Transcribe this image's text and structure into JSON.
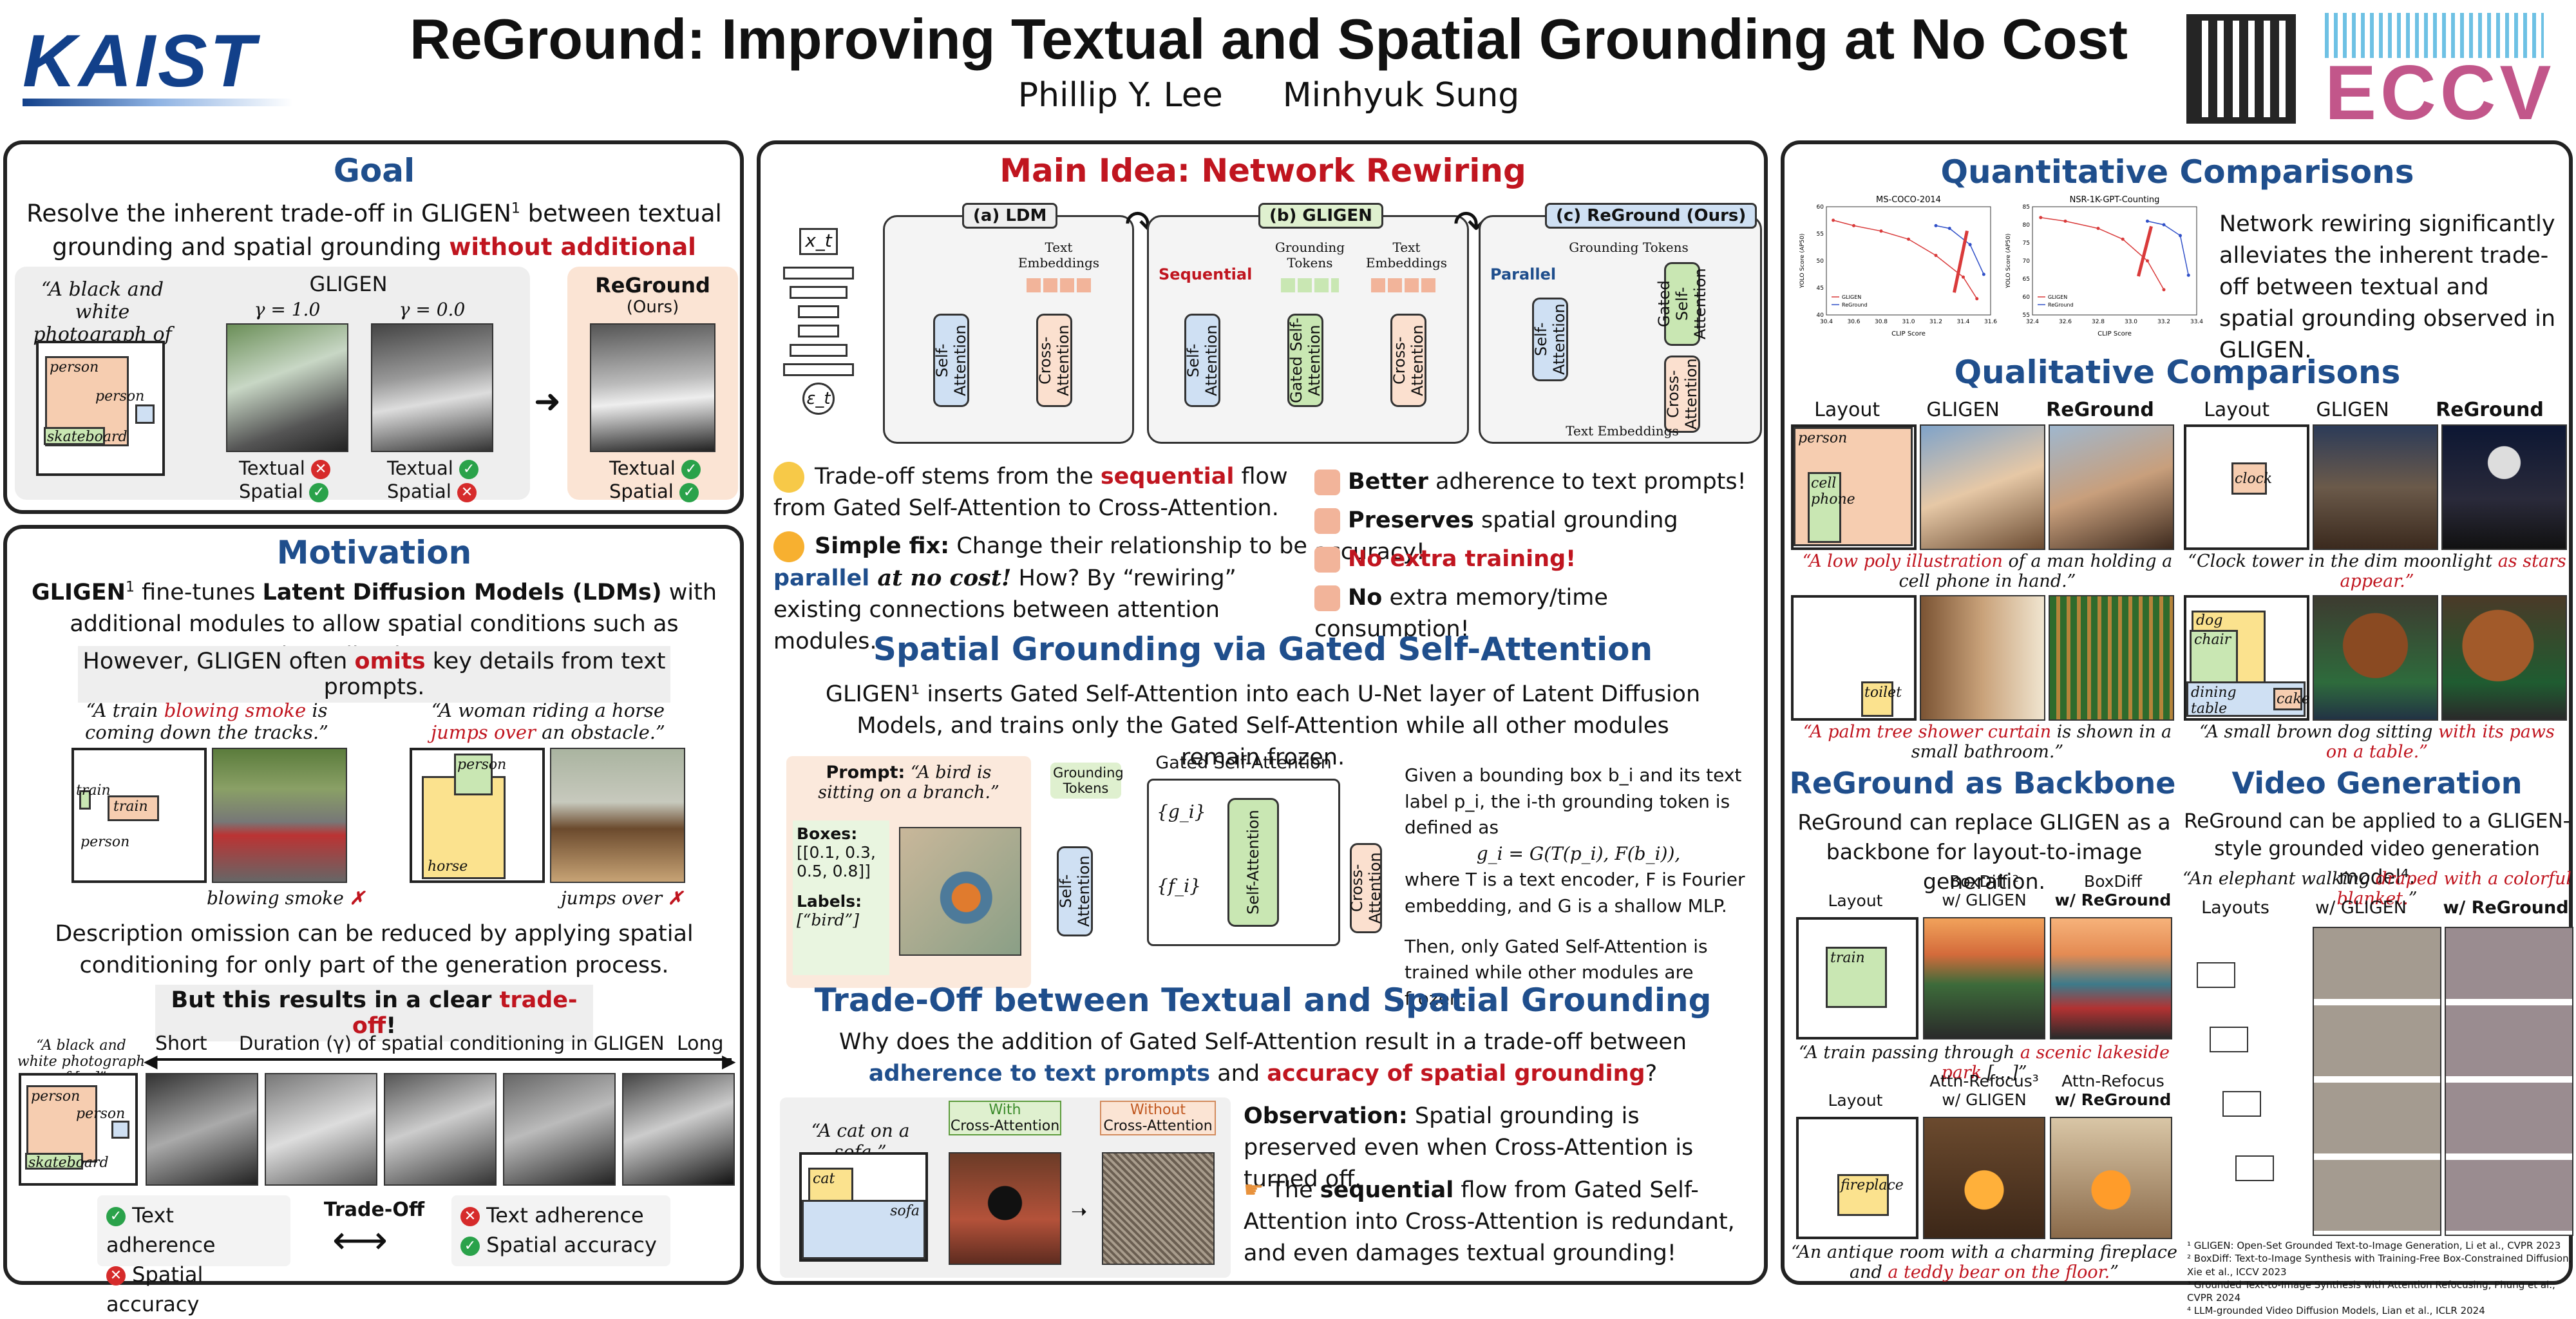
{
  "header": {
    "logo": "KAIST",
    "title": "ReGround: Improving Textual and Spatial Grounding at No Cost",
    "authors": [
      "Phillip Y. Lee",
      "Minhyuk Sung"
    ],
    "venue_logo": "ECCV"
  },
  "goal": {
    "heading": "Goal",
    "text_a": "Resolve the inherent trade-off in GLIGEN",
    "text_sup": "1",
    "text_b": " between textual grounding and spatial grounding ",
    "text_red": "without additional training!",
    "prompt": "“A black and white photograph of […]”",
    "gligen_label": "GLIGEN",
    "gamma1": "γ = 1.0",
    "gamma0": "γ = 0.0",
    "reground_label": "ReGround",
    "ours": "(Ours)",
    "box_person": "person",
    "box_person2": "person",
    "box_skateboard": "skateboard",
    "textual": "Textual",
    "spatial": "Spatial"
  },
  "motivation": {
    "heading": "Motivation",
    "p1a": "GLIGEN",
    "p1sup": "1",
    "p1b": " fine-tunes ",
    "p1c": "Latent Diffusion Models (LDMs)",
    "p1d": " with additional modules to allow spatial conditions such as bounding boxes.",
    "p2a": "However, GLIGEN often ",
    "p2b": "omits",
    "p2c": " key details from text prompts.",
    "ex1_prompt_a": "“A train ",
    "ex1_prompt_b": "blowing smoke",
    "ex1_prompt_c": " is coming down the tracks.”",
    "ex2_prompt_a": "“A woman riding a horse ",
    "ex2_prompt_b": "jumps over",
    "ex2_prompt_c": " an obstacle.”",
    "ex1_miss": "blowing smoke",
    "ex2_miss": "jumps over",
    "box_train": "train",
    "box_train2": "train",
    "box_person": "person",
    "box_person2": "person",
    "box_horse": "horse",
    "p3": "Description omission can be reduced by applying spatial conditioning for only part of the generation process.",
    "p4a": "But this results in a clear ",
    "p4b": "trade-off",
    "p4c": "!",
    "short": "Short",
    "long": "Long",
    "duration": "Duration (γ) of spatial conditioning in GLIGEN",
    "prompt": "“A black and white photograph of […]”",
    "box_person3": "person",
    "box_person4": "person",
    "box_skate": "skateboard",
    "text_adh": "Text adherence",
    "spat_acc": "Spatial accuracy",
    "tradeoff": "Trade-Off"
  },
  "main_idea": {
    "heading": "Main Idea: Network Rewiring",
    "xt": "x_t",
    "eps": "ε_t",
    "ldm": "(a) LDM",
    "gligen": "(b) GLIGEN",
    "reground": "(c) ReGround (Ours)",
    "text_emb": "Text Embeddings",
    "grounding_tokens": "Grounding Tokens",
    "sequential": "Sequential",
    "parallel": "Parallel",
    "self_att": "Self-Attention",
    "cross_att": "Cross-Attention",
    "gated_self": "Gated Self-Attention",
    "b1a": "Trade-off stems from the ",
    "b1b": "sequential",
    "b1c": " flow from Gated Self-Attention to Cross-Attention.",
    "b2a": "Simple fix:",
    "b2b": " Change their relationship to be ",
    "b2c": "parallel",
    "b2d": " at no cost!",
    "b2e": " How? By “rewiring” existing connections between attention modules.",
    "r1a": "Better",
    "r1b": " adherence to text prompts!",
    "r2a": "Preserves",
    "r2b": " spatial grounding accuracy!",
    "r3": "No extra training!",
    "r4a": "No",
    "r4b": " extra memory/time consumption!"
  },
  "spatial": {
    "heading": "Spatial Grounding via Gated Self-Attention",
    "p1": "GLIGEN¹ inserts Gated Self-Attention into each U-Net layer of Latent Diffusion Models, and trains only the Gated Self-Attention while all other modules remain frozen.",
    "prompt_label": "Prompt:",
    "prompt": "“A bird is sitting on a branch.”",
    "boxes_label": "Boxes:",
    "boxes": "[[0.1, 0.3, 0.5, 0.8]]",
    "labels_label": "Labels:",
    "labels": "[“bird”]",
    "grounding_tokens": "Grounding Tokens",
    "gsa": "Gated Self-Attention",
    "gi": "{g_i}",
    "fi": "{f_i}",
    "desc1": "Given a bounding box b_i and its text label p_i, the i-th grounding token is defined as",
    "formula": "g_i = G(T(p_i), F(b_i)),",
    "desc2": "where T is a text encoder, F is Fourier embedding, and G is a shallow MLP.",
    "desc3": "Then, only Gated Self-Attention is trained while other modules are frozen."
  },
  "tradeoff": {
    "heading": "Trade-Off between Textual and Spatial Grounding",
    "q1": "Why does the addition of Gated Self-Attention result in a trade-off between",
    "q2a": "adherence to text prompts",
    "q2b": " and ",
    "q2c": "accuracy of spatial grounding",
    "q2d": "?",
    "prompt": "“A cat on a sofa.”",
    "with": "With",
    "without": "Without",
    "ca": "Cross-Attention",
    "box_cat": "cat",
    "box_sofa": "sofa",
    "obs_a": "Observation:",
    "obs_b": " Spatial grounding is preserved even when Cross-Attention is turned off.",
    "seq_a": "The ",
    "seq_b": "sequential",
    "seq_c": " flow from Gated Self-Attention into Cross-Attention is redundant, and even damages textual grounding!"
  },
  "quant": {
    "heading": "Quantitative Comparisons",
    "text": "Network rewiring significantly alleviates the inherent trade-off between textual and spatial grounding observed in GLIGEN."
  },
  "chart_data": [
    {
      "type": "line",
      "title": "MS-COCO-2014",
      "xlabel": "CLIP Score",
      "ylabel": "YOLO Score (AP50)",
      "xlim": [
        30.4,
        31.6
      ],
      "ylim": [
        40,
        60
      ],
      "x_ticks": [
        "30.4",
        "30.6",
        "30.8",
        "31.0",
        "31.2",
        "31.4",
        "31.6"
      ],
      "y_ticks": [
        "40",
        "45",
        "50",
        "55",
        "60"
      ],
      "series": [
        {
          "name": "GLIGEN",
          "color": "#d93a3a",
          "x": [
            30.45,
            30.6,
            30.8,
            31.0,
            31.2,
            31.4,
            31.5
          ],
          "y": [
            57.5,
            56.5,
            55.5,
            54.0,
            51.0,
            47.0,
            43.0
          ]
        },
        {
          "name": "ReGround",
          "color": "#3050c8",
          "x": [
            31.2,
            31.3,
            31.45,
            31.55
          ],
          "y": [
            56.5,
            56.0,
            53.0,
            47.5
          ]
        }
      ]
    },
    {
      "type": "line",
      "title": "NSR-1K-GPT-Counting",
      "xlabel": "CLIP Score",
      "ylabel": "YOLO Score (AP50)",
      "xlim": [
        32.4,
        33.4
      ],
      "ylim": [
        55,
        85
      ],
      "x_ticks": [
        "32.4",
        "32.6",
        "32.8",
        "33.0",
        "33.2",
        "33.4"
      ],
      "y_ticks": [
        "55",
        "60",
        "65",
        "70",
        "75",
        "80",
        "85"
      ],
      "series": [
        {
          "name": "GLIGEN",
          "color": "#d93a3a",
          "x": [
            32.45,
            32.6,
            32.8,
            32.95,
            33.1,
            33.2
          ],
          "y": [
            82,
            81,
            79,
            76,
            70,
            62
          ]
        },
        {
          "name": "ReGround",
          "color": "#3050c8",
          "x": [
            33.1,
            33.2,
            33.3,
            33.35
          ],
          "y": [
            81,
            80,
            77,
            66
          ]
        }
      ]
    }
  ],
  "qual": {
    "heading": "Qualitative Comparisons",
    "layout": "Layout",
    "gligen": "GLIGEN",
    "reground": "ReGround",
    "box_person": "person",
    "box_phone": "cell phone",
    "box_clock": "clock",
    "box_toilet": "toilet",
    "box_dog": "dog",
    "box_chair": "chair",
    "box_dining": "dining table",
    "box_cake": "cake",
    "c1a": "“A low poly illustration",
    "c1b": " of a man holding a cell phone in hand.”",
    "c2a": "“Clock tower in the dim moonlight ",
    "c2b": "as stars appear.”",
    "c3a": "“A palm tree shower curtain",
    "c3b": " is shown in a small bathroom.”",
    "c4a": "“A small brown dog sitting ",
    "c4b": "with its paws on a table.”"
  },
  "backbone": {
    "heading": "ReGround as Backbone",
    "text": "ReGround can replace GLIGEN as a backbone for layout-to-image generation.",
    "layout": "Layout",
    "boxdiff": "BoxDiff ²",
    "w_gligen": "w/ GLIGEN",
    "w_reground": "w/ ReGround",
    "boxdiff2": "BoxDiff",
    "box_train": "train",
    "c1a": "“A train passing through ",
    "c1b": "a scenic lakeside park",
    "c1c": " […]”",
    "attn": "Attn-Refocus³",
    "attn2": "Attn-Refocus",
    "box_fireplace": "fireplace",
    "c2a": "“An antique room with a charming fireplace and ",
    "c2b": "a teddy bear on the floor.",
    "c2c": "”"
  },
  "video": {
    "heading": "Video Generation",
    "text": "ReGround can be applied to a GLIGEN-style grounded video generation model⁴.",
    "prompt_a": "“An elephant walking ",
    "prompt_b": "draped with a colorful blanket.",
    "prompt_c": "”",
    "layouts": "Layouts",
    "w_gligen": "w/ GLIGEN",
    "w_reground": "w/ ReGround"
  },
  "footnotes": [
    "¹ GLIGEN: Open-Set Grounded Text-to-Image Generation, Li et al., CVPR 2023",
    "² BoxDiff: Text-to-Image Synthesis with Training-Free Box-Constrained Diffusion, Xie et al., ICCV 2023",
    "³ Grounded Text-to-Image Synthesis with Attention Refocusing, Phung et al., CVPR 2024",
    "⁴ LLM-grounded Video Diffusion Models, Lian et al., ICLR 2024"
  ],
  "colors": {
    "blue": "#1f4e8c",
    "red": "#c0151f",
    "ok": "#2aa24a",
    "no": "#d62b2b"
  }
}
